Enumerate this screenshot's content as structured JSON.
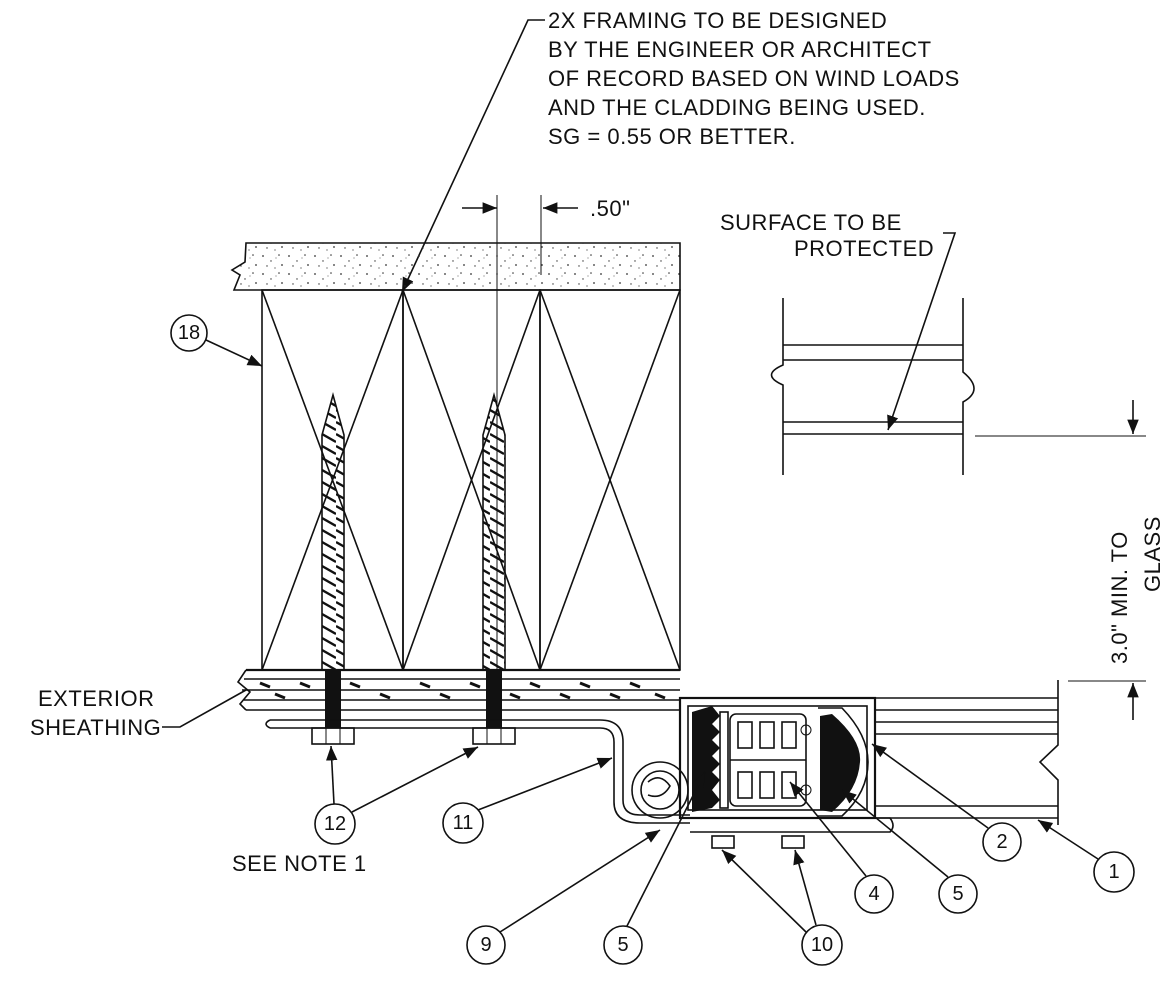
{
  "notes": {
    "framing": [
      "2X FRAMING TO BE DESIGNED",
      "BY THE ENGINEER OR ARCHITECT",
      "OF RECORD BASED ON WIND LOADS",
      "AND THE CLADDING BEING USED.",
      "SG = 0.55 OR BETTER."
    ],
    "dimension_spacing": ".50\"",
    "surface": [
      "SURFACE TO BE",
      "PROTECTED"
    ],
    "exterior": [
      "EXTERIOR",
      "SHEATHING"
    ],
    "see_note": "SEE NOTE 1",
    "glass_dim": [
      "3.0\" MIN. TO",
      "GLASS"
    ]
  },
  "callouts": {
    "c18": "18",
    "c12": "12",
    "c11": "11",
    "c9": "9",
    "c5a": "5",
    "c10": "10",
    "c4": "4",
    "c5b": "5",
    "c2": "2",
    "c1": "1"
  }
}
